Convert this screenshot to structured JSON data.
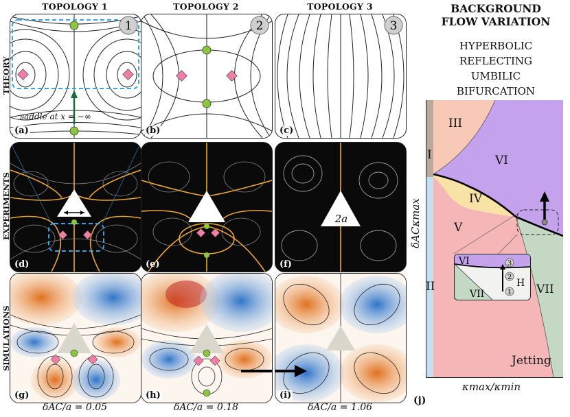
{
  "columns": {
    "topology1": "TOPOLOGY 1",
    "topology2": "TOPOLOGY 2",
    "topology3": "TOPOLOGY 3"
  },
  "rows": {
    "theory": "THEORY",
    "experiments": "EXPERIMENTS",
    "simulations": "SIMULATIONS"
  },
  "panels": {
    "a": "(a)",
    "b": "(b)",
    "c": "(c)",
    "d": "(d)",
    "e": "(e)",
    "f": "(f)",
    "g": "(g)",
    "h": "(h)",
    "i": "(i)",
    "j": "(j)"
  },
  "badges": {
    "one": "1",
    "two": "2",
    "three": "3"
  },
  "annotations": {
    "saddle": "saddle at x = −∞",
    "two_a": "2a"
  },
  "bottom_labels": {
    "g": "δAC/a = 0.05",
    "h": "δAC/a = 0.18",
    "i": "δAC/a = 1.06"
  },
  "right_panel": {
    "title_line1": "BACKGROUND",
    "title_line2": "FLOW VARIATION",
    "items": [
      "HYPERBOLIC",
      "REFLECTING",
      "UMBILIC",
      "BIFURCATION"
    ],
    "regions": {
      "I": "I",
      "II": "II",
      "III": "III",
      "IV": "IV",
      "V": "V",
      "VI": "VI",
      "VII": "VII",
      "H": "H",
      "jetting": "Jetting"
    },
    "inset": {
      "vi": "VI",
      "vii": "VII",
      "h": "H",
      "s1": "1",
      "s2": "2",
      "s3": "3"
    },
    "ylabel": "δACκmax",
    "xlabel": "κmax/κmin"
  },
  "colors": {
    "saddle": "#8cc63f",
    "diamond": "#f07fa8",
    "dashed": "#3aa0e8",
    "orange_line": "#f0a830",
    "region_I": "#b8ab9c",
    "region_II": "#c6dff2",
    "region_III": "#f7c9b6",
    "region_IV": "#f9e2a6",
    "region_V": "#f5b6b8",
    "region_VI": "#c4a2ec",
    "region_VII": "#c5d8c4"
  }
}
